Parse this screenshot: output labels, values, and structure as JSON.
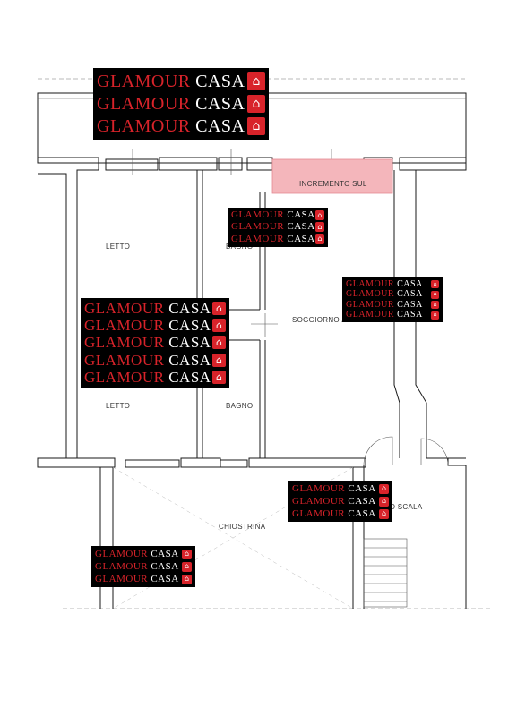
{
  "rooms": {
    "letto_top": "LETTO",
    "letto_bottom": "LETTO",
    "bagno_top": "BAGNO",
    "bagno_bottom": "BAGNO",
    "soggiorno": "SOGGIORNO / PRANZO",
    "chiostrina": "CHIOSTRINA",
    "scala": "VANO SCALA",
    "incremento": "INCREMENTO SUL"
  },
  "watermark": {
    "brand_red": "GLAMOUR",
    "brand_white": "CASA",
    "logo_icon": "house-icon",
    "colors": {
      "red": "#d8232a",
      "background": "#000000"
    }
  },
  "colors": {
    "highlight_fill": "#f4b6bb",
    "highlight_stroke": "#e48a93"
  }
}
